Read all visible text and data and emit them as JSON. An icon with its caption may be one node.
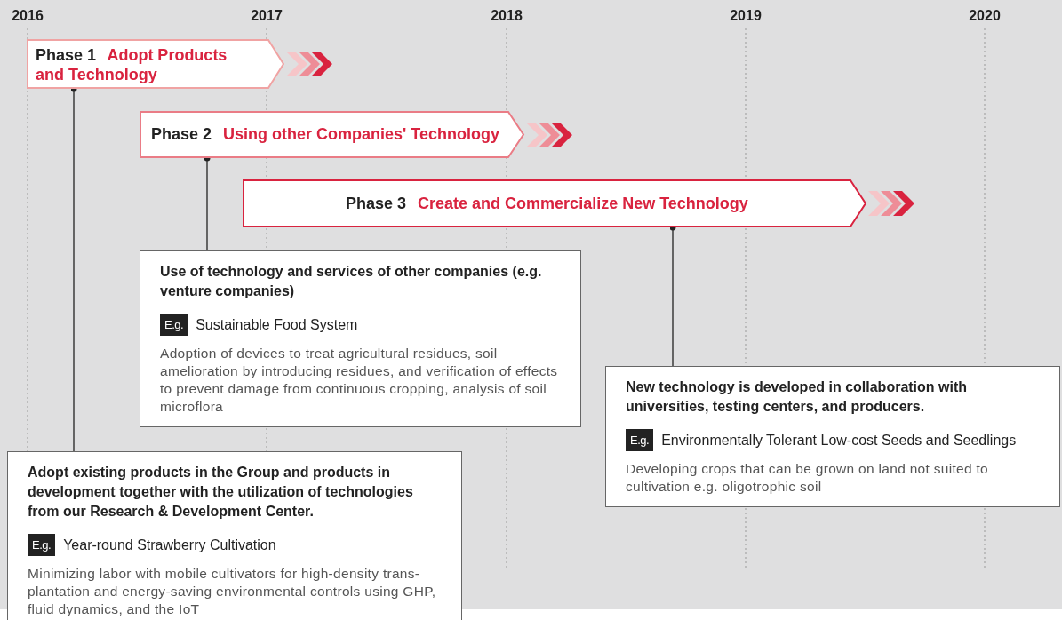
{
  "diagram": {
    "nodes": [
      {
        "text": [
          "Phase 1",
          "Adopt Products and Technology"
        ]
      },
      {
        "text": [
          "Phase 2",
          "Using other Companies' Technology"
        ]
      },
      {
        "text": [
          "Phase 3",
          "Create and Commercialize New Technology"
        ]
      },
      {
        "text": [
          "Use of technology and services of other companies (e.g. venture companies)",
          "E.g.",
          "Sustainable Food System",
          "Adoption of devices to treat agricultural residues, soil amelioration by introducing residues, and verification of effects to prevent damage from continuous cropping, analysis of soil microflora"
        ]
      },
      {
        "text": [
          "New technology is developed in collaboration with universities, testing centers, and producers.",
          "E.g.",
          "Environmentally Tolerant Low-cost Seeds and Seedlings",
          "Developing crops that can be grown on land not suited to cultivation e.g. oligotrophic soil"
        ]
      },
      {
        "text": [
          "Adopt existing products in the Group and products in development together with the utilization of technologies from our Research & Development Center.",
          "E.g.",
          "Year-round Strawberry Cultivation",
          "Minimizing labor with mobile cultivators for high-density trans-plantation and energy-saving environmental controls using GHP, fluid dynamics, and the IoT"
        ]
      }
    ],
    "edges": [
      {
        "from": 0,
        "to": 5,
        "arrow": "other"
      },
      {
        "from": 1,
        "to": 3,
        "arrow": "other"
      },
      {
        "from": 2,
        "to": 4,
        "arrow": "other"
      }
    ],
    "labels": [
      "2016",
      "2017",
      "2018",
      "2019",
      "2020"
    ]
  }
}
